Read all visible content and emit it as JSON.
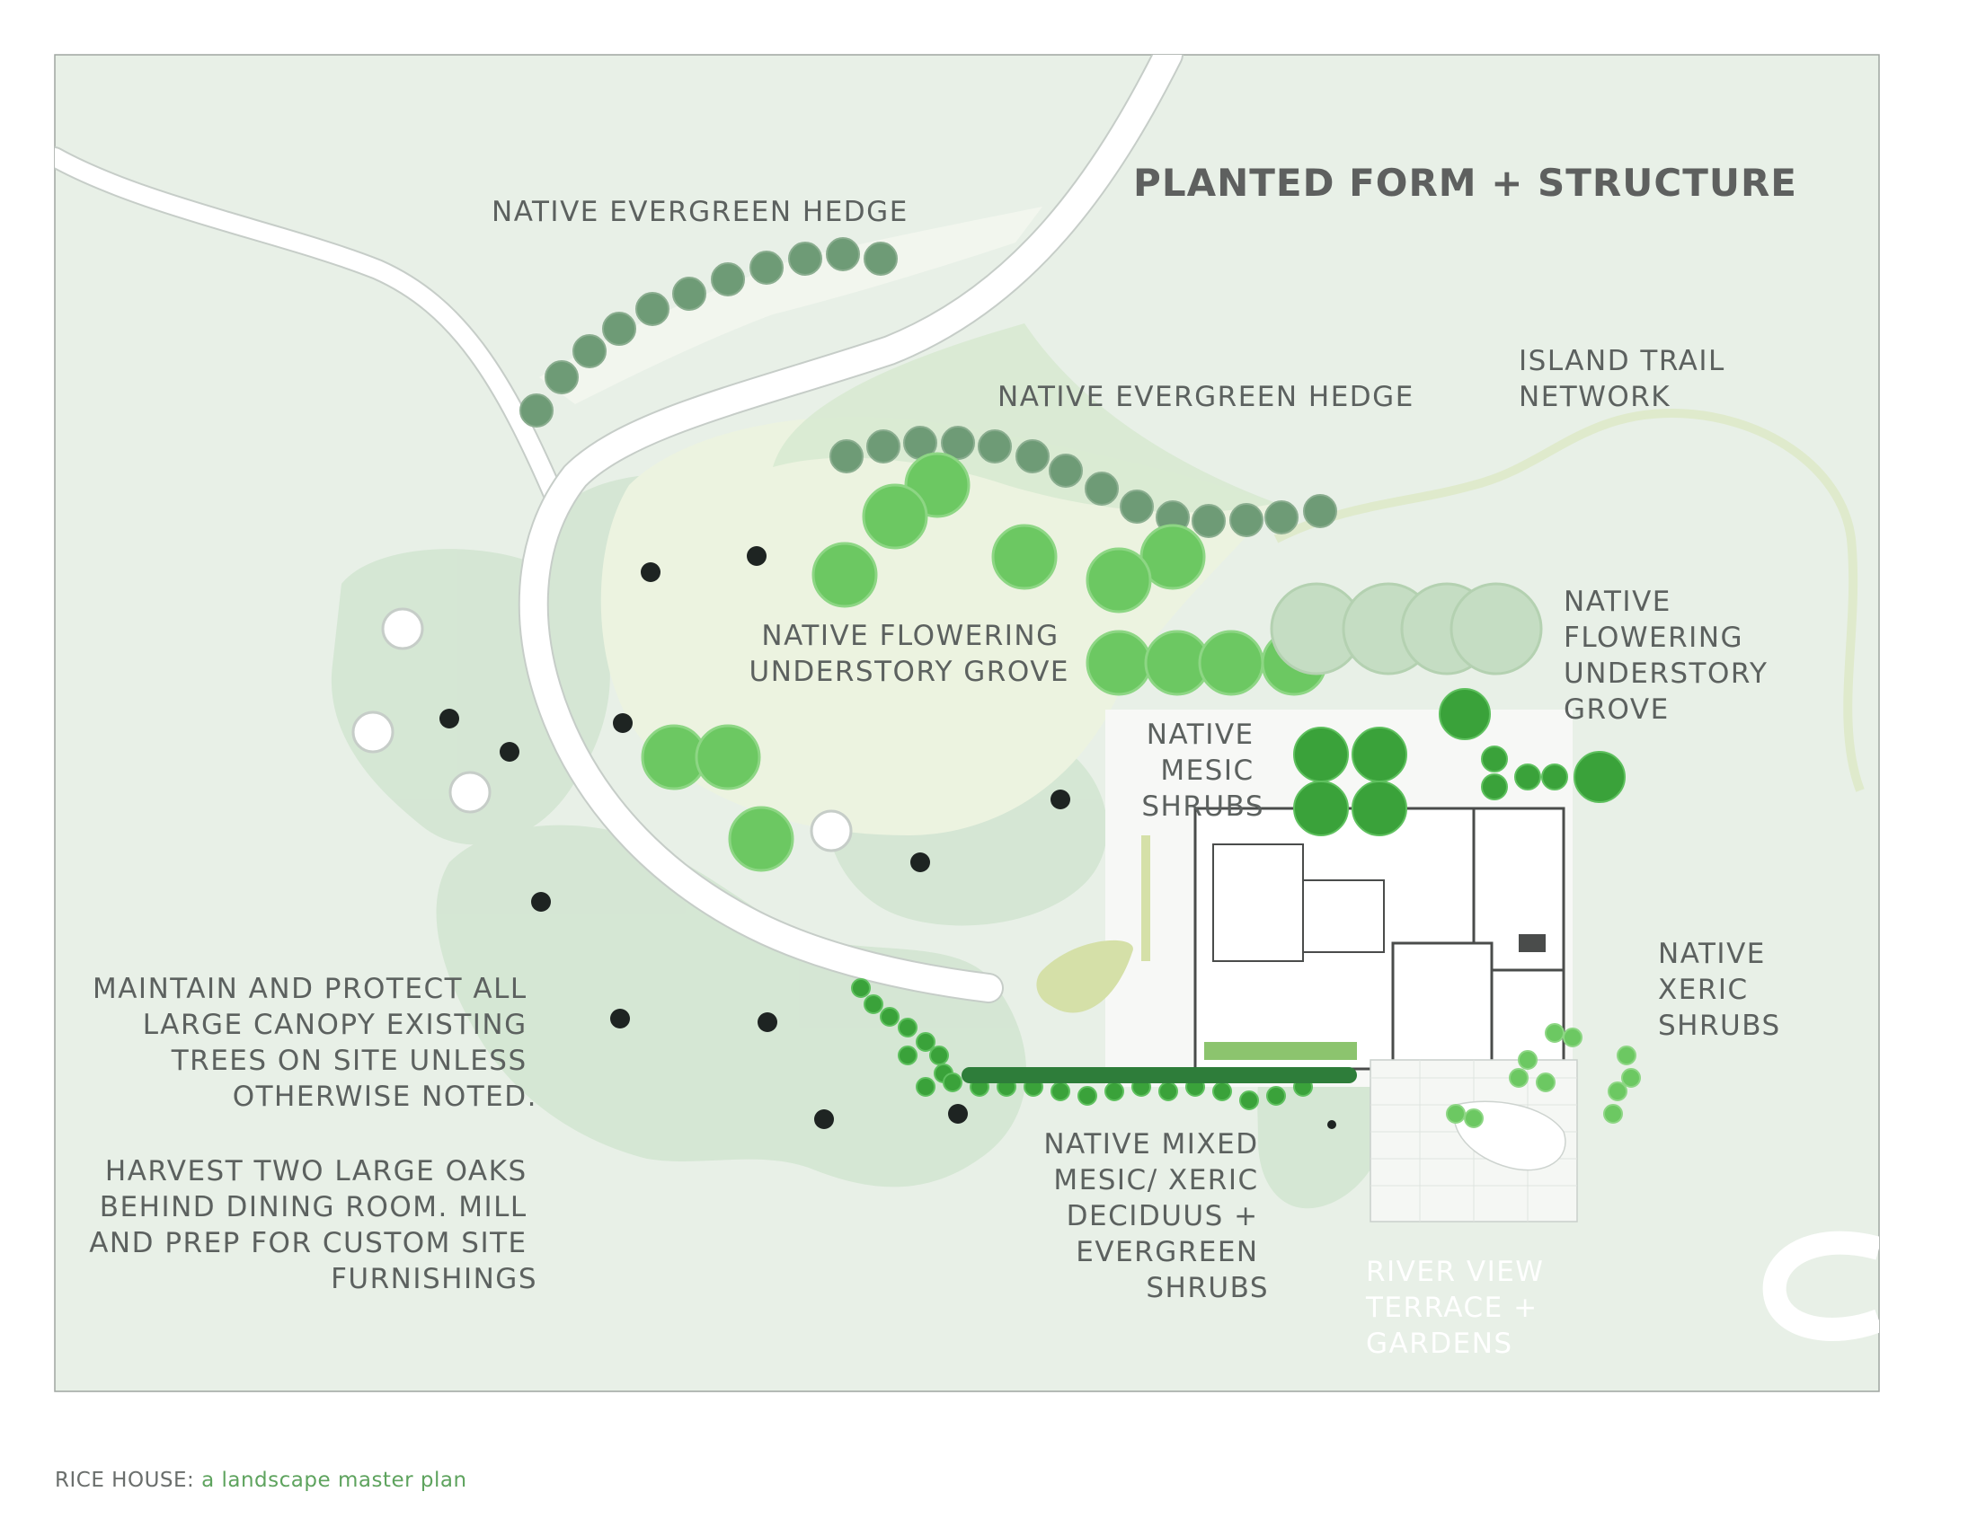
{
  "title": "PLANTED FORM + STRUCTURE",
  "labels": {
    "hedge_top": "NATIVE EVERGREEN HEDGE",
    "hedge_mid": "NATIVE EVERGREEN HEDGE",
    "trail": [
      "ISLAND TRAIL",
      "NETWORK"
    ],
    "grove_center": [
      "NATIVE FLOWERING",
      "UNDERSTORY GROVE"
    ],
    "grove_right": [
      "NATIVE",
      "FLOWERING",
      "UNDERSTORY",
      "GROVE"
    ],
    "mesic": [
      "NATIVE",
      "MESIC",
      "SHRUBS"
    ],
    "xeric": [
      "NATIVE",
      "XERIC",
      "SHRUBS"
    ],
    "mixed": [
      "NATIVE MIXED",
      "MESIC/ XERIC",
      "DECIDUUS +",
      "EVERGREEN",
      "SHRUBS"
    ],
    "terrace": [
      "RIVER VIEW",
      "TERRACE +",
      "GARDENS"
    ],
    "notes_a": [
      "MAINTAIN AND PROTECT ALL",
      "LARGE CANOPY EXISTING",
      "TREES ON SITE UNLESS",
      "OTHERWISE NOTED."
    ],
    "notes_b": [
      "HARVEST TWO LARGE OAKS",
      "BEHIND DINING ROOM. MILL",
      "AND PREP FOR CUSTOM SITE",
      "FURNISHINGS"
    ]
  },
  "caption": {
    "project": "RICE HOUSE:",
    "subtitle": "a landscape master plan"
  },
  "colors": {
    "background": "#e8f0e7",
    "canopy": "#d3e6d2",
    "lawn": "#ecf3e0",
    "hedge": "#6e9b76",
    "flowering": "#6cc862",
    "shrub": "#3aa23a",
    "accent_caption": "#5ea35e"
  }
}
